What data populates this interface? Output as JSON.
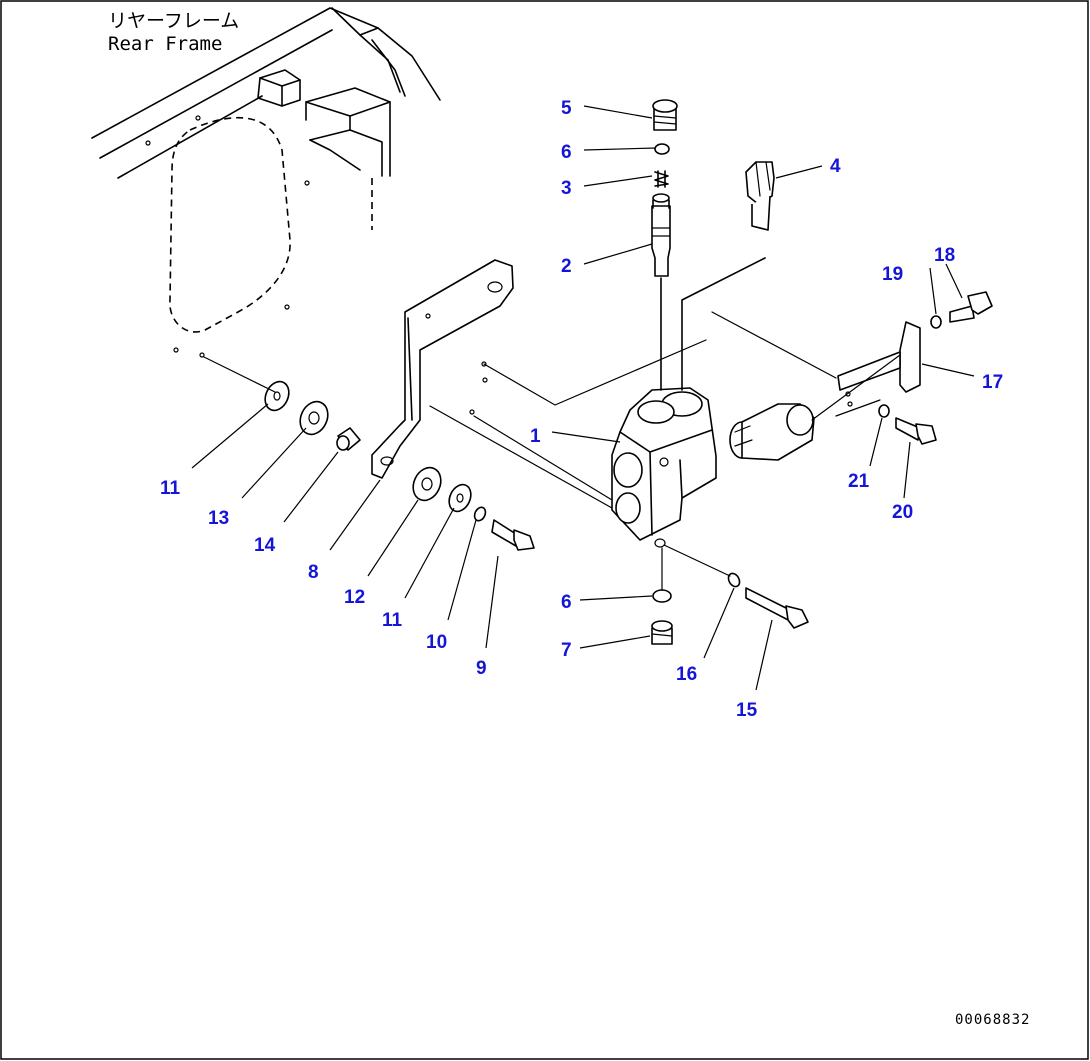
{
  "title": {
    "line_jp": "リヤーフレーム",
    "line_en": "Rear Frame"
  },
  "drawing_code": "00068832",
  "callouts": {
    "c1": "1",
    "c2": "2",
    "c3": "3",
    "c4": "4",
    "c5": "5",
    "c6a": "6",
    "c6b": "6",
    "c7": "7",
    "c8": "8",
    "c9": "9",
    "c10": "10",
    "c11a": "11",
    "c11b": "11",
    "c12": "12",
    "c13": "13",
    "c14": "14",
    "c15": "15",
    "c16": "16",
    "c17": "17",
    "c18": "18",
    "c19": "19",
    "c20": "20",
    "c21": "21"
  },
  "colors": {
    "callout": "#1515d8",
    "line": "#000000",
    "border": "#000000"
  }
}
